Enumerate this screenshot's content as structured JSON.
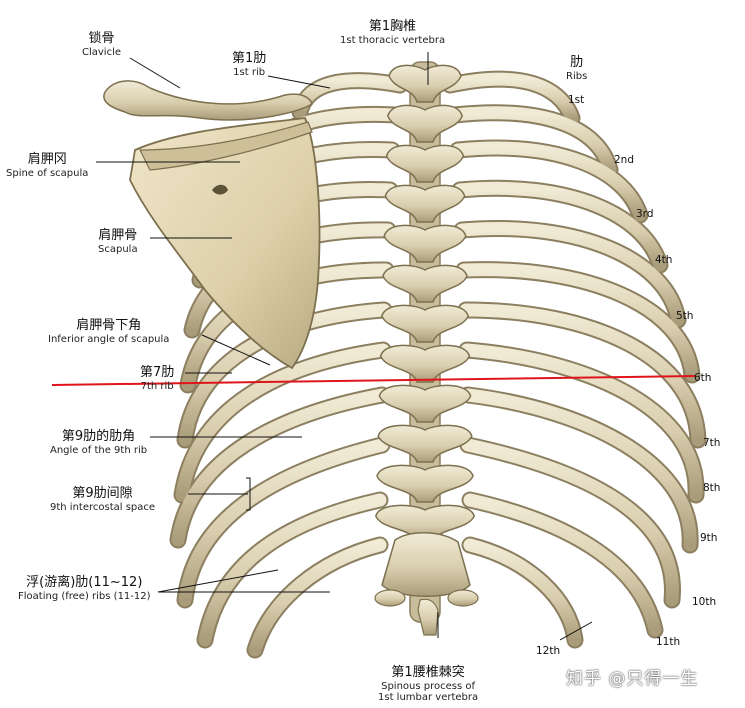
{
  "labels": {
    "clavicle": {
      "zh": "锁骨",
      "en": "Clavicle"
    },
    "rib1": {
      "zh": "第1肋",
      "en": "1st rib"
    },
    "t1": {
      "zh": "第1胸椎",
      "en": "1st thoracic vertebra"
    },
    "ribs": {
      "zh": "肋",
      "en": "Ribs"
    },
    "spine_scapula": {
      "zh": "肩胛冈",
      "en": "Spine of scapula"
    },
    "scapula": {
      "zh": "肩胛骨",
      "en": "Scapula"
    },
    "inferior_angle": {
      "zh": "肩胛骨下角",
      "en": "Inferior angle of scapula"
    },
    "rib7": {
      "zh": "第7肋",
      "en": "7th rib"
    },
    "angle9": {
      "zh": "第9肋的肋角",
      "en": "Angle of the 9th rib"
    },
    "intercostal9": {
      "zh": "第9肋间隙",
      "en": "9th intercostal space"
    },
    "floating": {
      "zh": "浮(游离)肋(11~12)",
      "en": "Floating (free) ribs (11-12)"
    },
    "l1": {
      "zh": "第1腰椎棘突",
      "en": "Spinous process of",
      "en2": "1st lumbar vertebra"
    }
  },
  "rib_tags": [
    "1st",
    "2nd",
    "3rd",
    "4th",
    "5th",
    "6th",
    "7th",
    "8th",
    "9th",
    "10th",
    "11th",
    "12th"
  ],
  "watermark": "知乎 @只得一生",
  "colors": {
    "bone": "#ddd3b4",
    "bone_shadow": "#a99d7c",
    "bone_light": "#efe9d3",
    "marker_line": "#e0151b",
    "leader": "#111111"
  }
}
